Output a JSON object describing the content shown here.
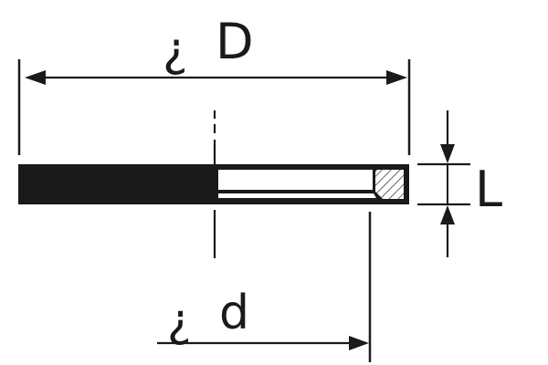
{
  "diagram": {
    "type": "technical-drawing",
    "subject": "flat ring / washer cross-section",
    "stroke_color": "#1a1a1a",
    "background": "#ffffff",
    "dimensions": {
      "outer_diameter": {
        "symbol": "¿",
        "label": "D"
      },
      "inner_diameter": {
        "symbol": "¿",
        "label": "d"
      },
      "thickness": {
        "label": "L"
      }
    }
  }
}
